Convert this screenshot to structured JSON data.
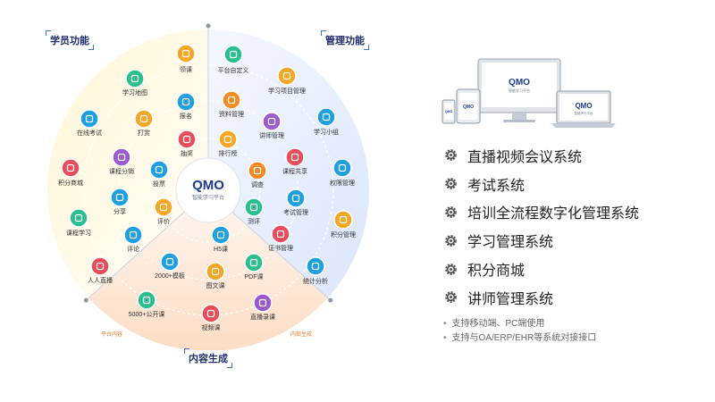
{
  "corner_labels": {
    "student": "学员功能",
    "admin": "管理功能",
    "content": "内容生成"
  },
  "center": {
    "logo": "QMO",
    "subtitle": "智能学习平台"
  },
  "sector_labels": {
    "platform": "平台内容",
    "internal": "内部生成"
  },
  "nodes": [
    {
      "label": "领课",
      "color": "#f5a623",
      "icon": "yuan-icon"
    },
    {
      "label": "学习地图",
      "color": "#2bbf8e",
      "icon": "map-pin-icon"
    },
    {
      "label": "在线考试",
      "color": "#1e9fe0",
      "icon": "exam-icon"
    },
    {
      "label": "积分商城",
      "color": "#e84d5b",
      "icon": "gift-icon"
    },
    {
      "label": "课程学习",
      "color": "#2bbf8e",
      "icon": "book-icon"
    },
    {
      "label": "人人直播",
      "color": "#e84d5b",
      "icon": "live-icon"
    },
    {
      "label": "打赏",
      "color": "#f5a623",
      "icon": "coin-icon"
    },
    {
      "label": "课程分销",
      "color": "#9b59d0",
      "icon": "share-course-icon"
    },
    {
      "label": "分享",
      "color": "#1e9fe0",
      "icon": "share-icon"
    },
    {
      "label": "评论",
      "color": "#1e9fe0",
      "icon": "comment-icon"
    },
    {
      "label": "报名",
      "color": "#1e9fe0",
      "icon": "signup-icon"
    },
    {
      "label": "抽奖",
      "color": "#e84d5b",
      "icon": "lottery-icon"
    },
    {
      "label": "投票",
      "color": "#1e9fe0",
      "icon": "vote-icon"
    },
    {
      "label": "评价",
      "color": "#f5a623",
      "icon": "star-icon"
    },
    {
      "label": "平台自定义",
      "color": "#2bbf8e",
      "icon": "grid-icon"
    },
    {
      "label": "学习项目管理",
      "color": "#f5a623",
      "icon": "folder-icon"
    },
    {
      "label": "学习小组",
      "color": "#1e9fe0",
      "icon": "group-icon"
    },
    {
      "label": "资料管理",
      "color": "#f58a23",
      "icon": "file-icon"
    },
    {
      "label": "讲师管理",
      "color": "#9b59d0",
      "icon": "teacher-icon"
    },
    {
      "label": "权限管理",
      "color": "#1e9fe0",
      "icon": "lock-icon"
    },
    {
      "label": "排行榜",
      "color": "#f5a623",
      "icon": "trophy-icon"
    },
    {
      "label": "课程共享",
      "color": "#e84d5b",
      "icon": "course-share-icon"
    },
    {
      "label": "积分管理",
      "color": "#f5a623",
      "icon": "points-icon"
    },
    {
      "label": "调查",
      "color": "#f58a23",
      "icon": "survey-icon"
    },
    {
      "label": "考试管理",
      "color": "#1e9fe0",
      "icon": "exam-admin-icon"
    },
    {
      "label": "测评",
      "color": "#2bbf8e",
      "icon": "assess-icon"
    },
    {
      "label": "证书管理",
      "color": "#e84d5b",
      "icon": "cert-icon"
    },
    {
      "label": "统计分析",
      "color": "#1e9fe0",
      "icon": "chart-icon"
    },
    {
      "label": "H5课",
      "color": "#1e9fe0",
      "icon": "h5-icon"
    },
    {
      "label": "2000+模板",
      "color": "#1e9fe0",
      "icon": "template-icon"
    },
    {
      "label": "PDF课",
      "color": "#2bbf8e",
      "icon": "pdf-icon"
    },
    {
      "label": "图文课",
      "color": "#f5a623",
      "icon": "image-icon"
    },
    {
      "label": "5000+公开课",
      "color": "#2bbf8e",
      "icon": "open-course-icon"
    },
    {
      "label": "视频课",
      "color": "#e84d5b",
      "icon": "video-icon"
    },
    {
      "label": "直播录课",
      "color": "#9b59d0",
      "icon": "record-icon"
    }
  ],
  "device_logo": {
    "brand": "QMO",
    "tagline": "智能学习平台"
  },
  "features": [
    "直播视频会议系统",
    "考试系统",
    "培训全流程数字化管理系统",
    "学习管理系统",
    "积分商城",
    "讲师管理系统"
  ],
  "notes": [
    "支持移动端、PC端使用",
    "支持与OA/ERP/EHR等系统对接接口"
  ]
}
